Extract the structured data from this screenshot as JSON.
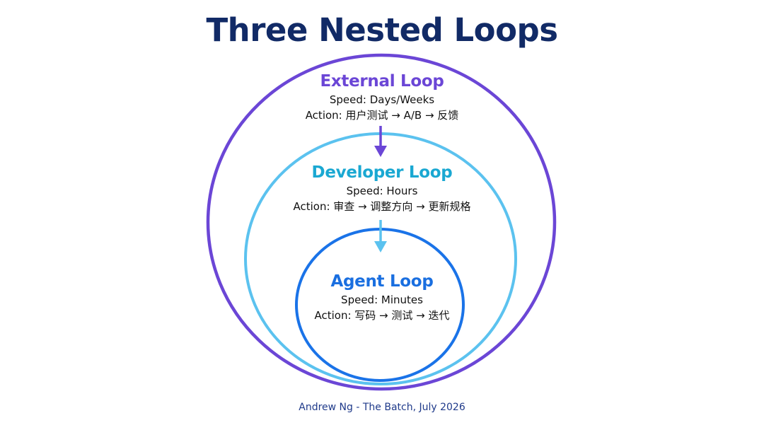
{
  "title": "Three Nested Loops",
  "colors": {
    "title": "#112a66",
    "external": "#6b46d6",
    "developer": "#5bc2ef",
    "agent": "#1a73e8",
    "developer_heading": "#1aa8d2",
    "agent_heading": "#1a6fe0",
    "footer": "#1f3a8a"
  },
  "loops": {
    "external": {
      "name": "External Loop",
      "speed": "Speed: Days/Weeks",
      "action": "Action: 用户测试 → A/B → 反馈"
    },
    "developer": {
      "name": "Developer Loop",
      "speed": "Speed: Hours",
      "action": "Action: 审查 → 调整方向 → 更新规格"
    },
    "agent": {
      "name": "Agent Loop",
      "speed": "Speed: Minutes",
      "action": "Action: 写码 → 测试 → 迭代"
    }
  },
  "footer": "Andrew Ng - The Batch, July 2026"
}
